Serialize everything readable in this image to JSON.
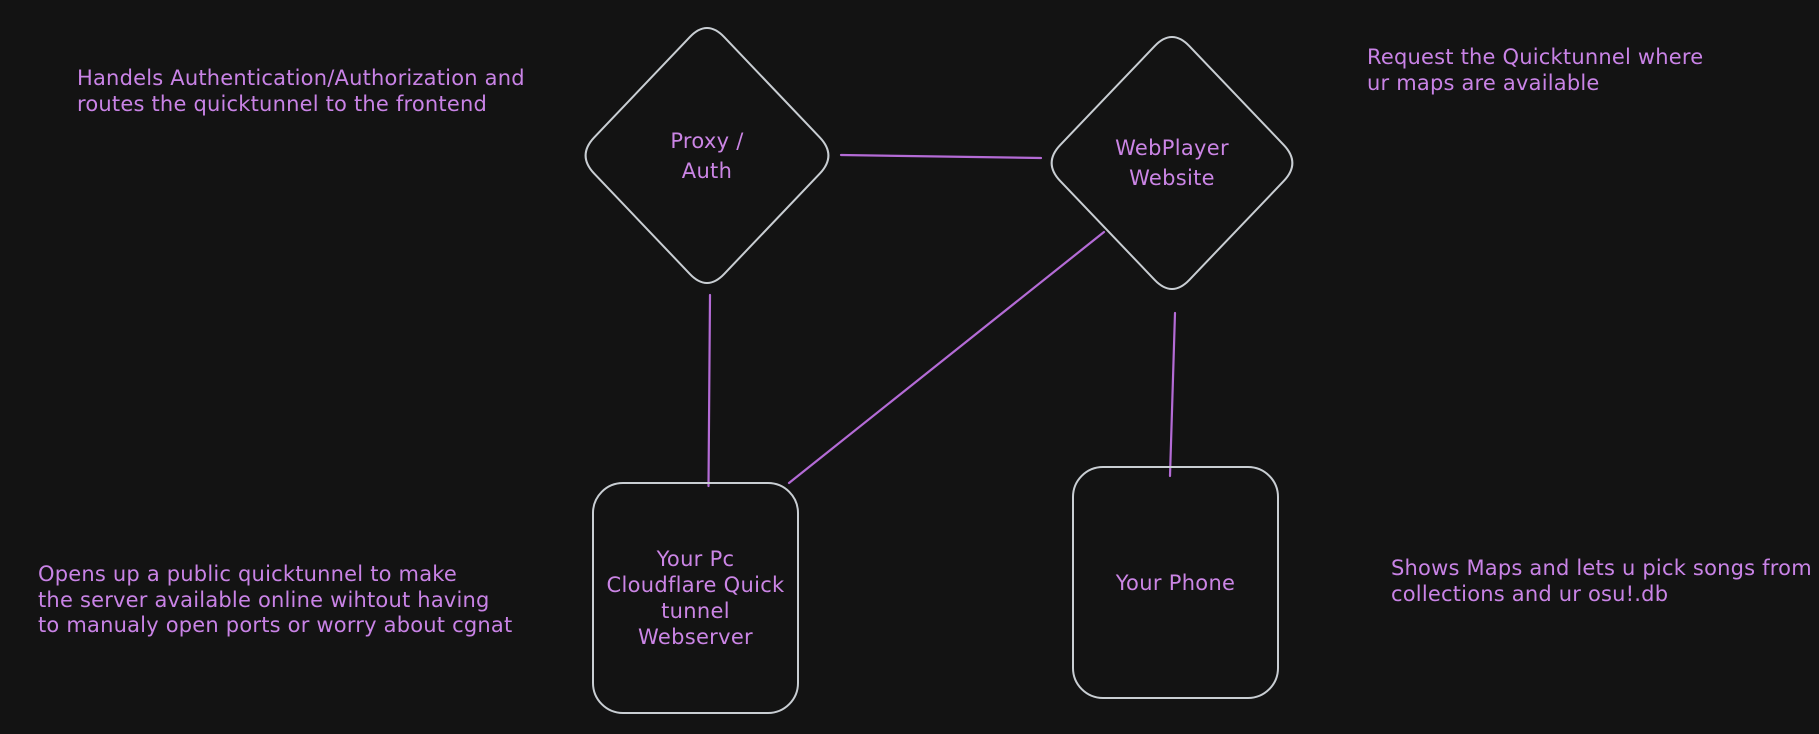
{
  "diagram": {
    "colors": {
      "background": "#131313",
      "shape_stroke": "#c9ced3",
      "label_text": "#cb85e5",
      "connector": "#b46bd6"
    },
    "nodes": [
      {
        "id": "proxy-auth",
        "shape": "diamond",
        "label_lines": [
          "Proxy /",
          "Auth"
        ]
      },
      {
        "id": "webplayer-website",
        "shape": "diamond",
        "label_lines": [
          "WebPlayer",
          "Website"
        ]
      },
      {
        "id": "pc-quicktunnel-webserver",
        "shape": "rounded-rectangle",
        "label_lines": [
          "Your Pc",
          "Cloudflare Quick",
          "tunnel",
          "Webserver"
        ]
      },
      {
        "id": "your-phone",
        "shape": "rounded-rectangle",
        "label_lines": [
          "Your Phone"
        ]
      }
    ],
    "connectors": [
      {
        "id": "proxy-to-webplayer",
        "from": "proxy-auth",
        "to": "webplayer-website"
      },
      {
        "id": "proxy-to-pcserver",
        "from": "proxy-auth",
        "to": "pc-quicktunnel-webserver"
      },
      {
        "id": "webplayer-to-pcserver",
        "from": "webplayer-website",
        "to": "pc-quicktunnel-webserver"
      },
      {
        "id": "webplayer-to-phone",
        "from": "webplayer-website",
        "to": "your-phone"
      }
    ],
    "notes": [
      {
        "id": "note-proxy",
        "lines": [
          "Handels Authentication/Authorization and",
          "routes the quicktunnel to the frontend"
        ]
      },
      {
        "id": "note-webplayer",
        "lines": [
          "Request the Quicktunnel where",
          "ur maps are available"
        ]
      },
      {
        "id": "note-tunnel",
        "lines": [
          "Opens up a public quicktunnel to make",
          "the server available online wihtout having",
          "to manualy open ports or worry about cgnat"
        ]
      },
      {
        "id": "note-phone",
        "lines": [
          "Shows Maps and lets u pick songs from",
          "collections and ur osu!.db"
        ]
      }
    ]
  }
}
